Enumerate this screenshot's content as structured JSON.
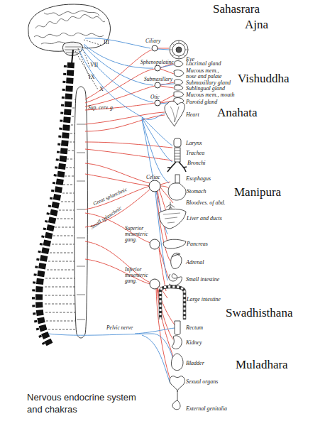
{
  "diagram": {
    "caption": "Nervous endocrine system and chakras",
    "labels": [
      "Sahasrara",
      "Ajna",
      "III",
      "Ciliary",
      "Eye",
      "VII",
      "Sphenopalatine",
      "IX",
      "Lacrimal gland",
      "Mucous mem., nose and palate",
      "Submaxillary",
      "Submaxillary gland",
      "Sublingual gland",
      "Vishuddha",
      "X",
      "Otic",
      "Mucous mem., mouth",
      "Parotid gland",
      "Sup. cerv. g.",
      "Anahata",
      "Heart",
      "Larynx",
      "Trachea",
      "Bronchi",
      "Great splanchnic",
      "Celiac",
      "Esophagus",
      "Stomach",
      "Manipura",
      "Bloodves. of abd.",
      "Small splanchnic",
      "Liver and ducts",
      "Superior mesenteric gang.",
      "Pancreas",
      "Adrenal",
      "Inferior mesenteric gang.",
      "Small intestine",
      "Large intestine",
      "Swadhisthana",
      "Pelvic nerve",
      "Rectum",
      "Kidney",
      "Bladder",
      "Muladhara",
      "Sexual organs",
      "External genitalia"
    ]
  }
}
